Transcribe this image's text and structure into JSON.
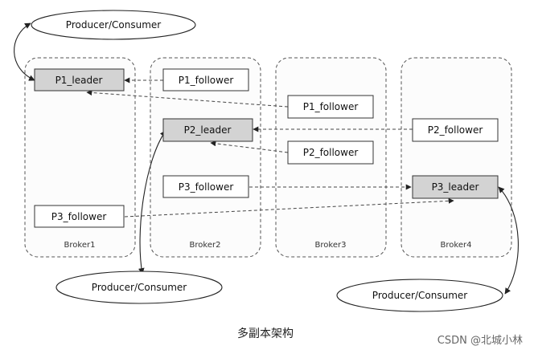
{
  "diagram": {
    "caption": "多副本架构",
    "watermark": "CSDN @北城小林",
    "brokers": [
      {
        "id": "b1",
        "label": "Broker1"
      },
      {
        "id": "b2",
        "label": "Broker2"
      },
      {
        "id": "b3",
        "label": "Broker3"
      },
      {
        "id": "b4",
        "label": "Broker4"
      }
    ],
    "replicas": [
      {
        "id": "b1p1",
        "label": "P1_leader",
        "role": "leader"
      },
      {
        "id": "b1p3",
        "label": "P3_follower",
        "role": "follower"
      },
      {
        "id": "b2p1",
        "label": "P1_follower",
        "role": "follower"
      },
      {
        "id": "b2p2",
        "label": "P2_leader",
        "role": "leader"
      },
      {
        "id": "b2p3",
        "label": "P3_follower",
        "role": "follower"
      },
      {
        "id": "b3p1",
        "label": "P1_follower",
        "role": "follower"
      },
      {
        "id": "b3p2",
        "label": "P2_follower",
        "role": "follower"
      },
      {
        "id": "b4p2",
        "label": "P2_follower",
        "role": "follower"
      },
      {
        "id": "b4p3",
        "label": "P3_leader",
        "role": "leader"
      }
    ],
    "clients": [
      {
        "id": "c1",
        "label": "Producer/Consumer"
      },
      {
        "id": "c2",
        "label": "Producer/Consumer"
      },
      {
        "id": "c3",
        "label": "Producer/Consumer"
      }
    ],
    "replication_edges": [
      {
        "from": "b2p1",
        "to": "b1p1"
      },
      {
        "from": "b3p1",
        "to": "b1p1"
      },
      {
        "from": "b3p2",
        "to": "b2p2"
      },
      {
        "from": "b4p2",
        "to": "b2p2"
      },
      {
        "from": "b2p3",
        "to": "b4p3"
      },
      {
        "from": "b1p3",
        "to": "b4p3"
      }
    ],
    "client_edges": [
      {
        "client": "c1",
        "leader": "b1p1"
      },
      {
        "client": "c2",
        "leader": "b2p2"
      },
      {
        "client": "c3",
        "leader": "b4p3"
      }
    ],
    "colors": {
      "leader_fill": "#d3d3d3",
      "follower_fill": "#ffffff",
      "line": "#333333"
    }
  }
}
